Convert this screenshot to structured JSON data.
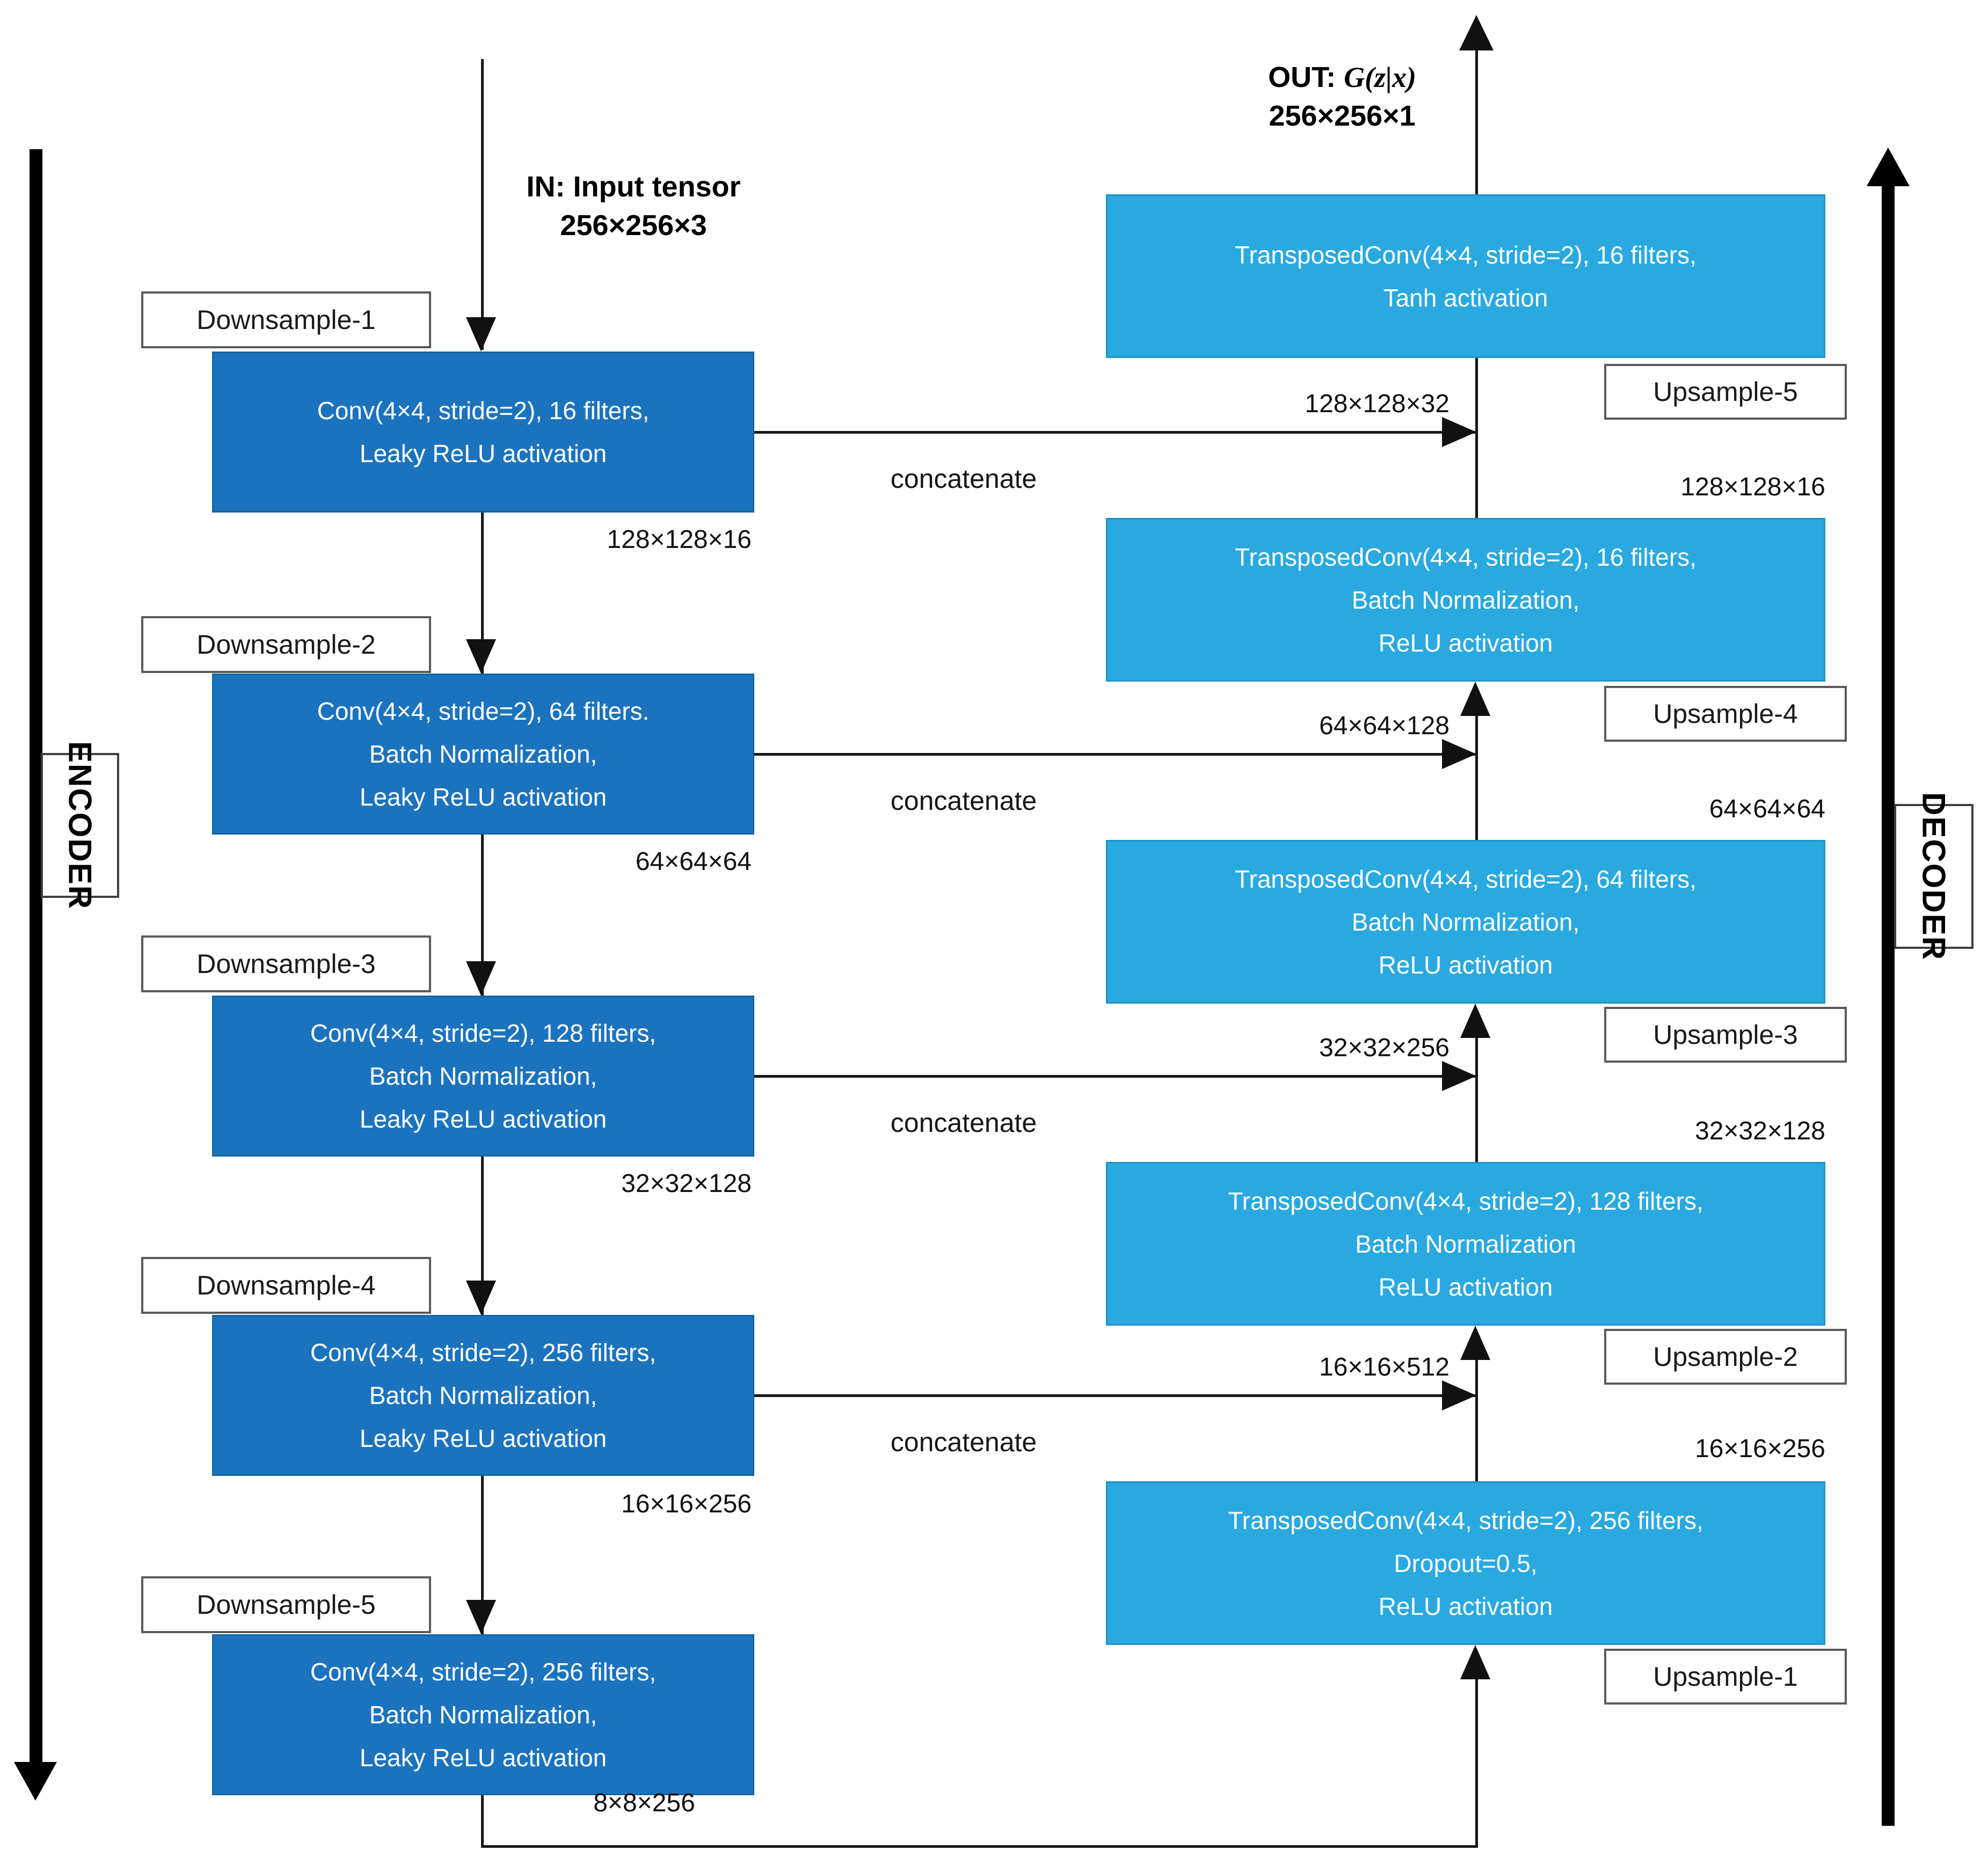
{
  "io": {
    "in_title": "IN: Input tensor",
    "in_dims": "256×256×3",
    "out_prefix": "OUT:",
    "out_math": "G(z|x)",
    "out_dims": "256×256×1"
  },
  "sides": {
    "encoder": "ENCODER",
    "decoder": "DECODER"
  },
  "encoder": {
    "layers": [
      {
        "tag": "Downsample-1",
        "lines": [
          "Conv(4×4, stride=2), 16 filters,",
          "Leaky ReLU activation"
        ],
        "out_dim": "128×128×16"
      },
      {
        "tag": "Downsample-2",
        "lines": [
          "Conv(4×4, stride=2), 64 filters.",
          "Batch Normalization,",
          "Leaky ReLU activation"
        ],
        "out_dim": "64×64×64"
      },
      {
        "tag": "Downsample-3",
        "lines": [
          "Conv(4×4, stride=2), 128 filters,",
          "Batch Normalization,",
          "Leaky ReLU activation"
        ],
        "out_dim": "32×32×128"
      },
      {
        "tag": "Downsample-4",
        "lines": [
          "Conv(4×4, stride=2), 256 filters,",
          "Batch Normalization,",
          "Leaky ReLU activation"
        ],
        "out_dim": "16×16×256"
      },
      {
        "tag": "Downsample-5",
        "lines": [
          "Conv(4×4, stride=2), 256 filters,",
          "Batch Normalization,",
          "Leaky ReLU activation"
        ],
        "out_dim": "8×8×256"
      }
    ]
  },
  "decoder": {
    "layers": [
      {
        "tag": "Upsample-5",
        "lines": [
          "TransposedConv(4×4, stride=2), 16 filters,",
          "Tanh activation"
        ]
      },
      {
        "tag": "Upsample-4",
        "lines": [
          "TransposedConv(4×4, stride=2), 16 filters,",
          "Batch Normalization,",
          "ReLU activation"
        ],
        "dim": "128×128×16"
      },
      {
        "tag": "Upsample-3",
        "lines": [
          "TransposedConv(4×4, stride=2), 64 filters,",
          "Batch Normalization,",
          "ReLU activation"
        ],
        "dim": "64×64×64"
      },
      {
        "tag": "Upsample-2",
        "lines": [
          "TransposedConv(4×4, stride=2), 128 filters,",
          "Batch Normalization",
          "ReLU activation"
        ],
        "dim": "32×32×128"
      },
      {
        "tag": "Upsample-1",
        "lines": [
          "TransposedConv(4×4, stride=2), 256 filters,",
          "Dropout=0.5,",
          "ReLU activation"
        ],
        "dim": "16×16×256"
      }
    ]
  },
  "skips": [
    {
      "dim": "128×128×32",
      "label": "concatenate"
    },
    {
      "dim": "64×64×128",
      "label": "concatenate"
    },
    {
      "dim": "32×32×256",
      "label": "concatenate"
    },
    {
      "dim": "16×16×512",
      "label": "concatenate"
    }
  ]
}
